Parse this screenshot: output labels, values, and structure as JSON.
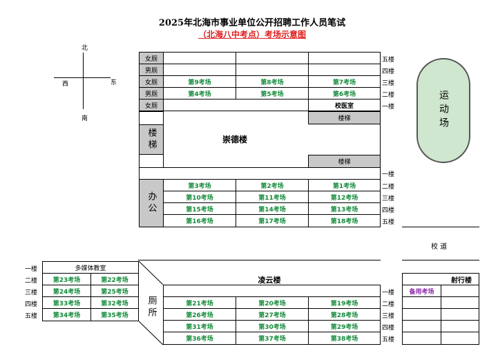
{
  "title": "2025年北海市事业单位公开招聘工作人员笔试",
  "subtitle": "（北海八中考点）考场示意图",
  "compass": {
    "north": "北",
    "south": "南",
    "west": "西",
    "east": "东"
  },
  "chongde": {
    "name": "崇德楼",
    "left_col": [
      "女厕",
      "男厕",
      "女厕",
      "男厕",
      "女厕"
    ],
    "stair_left": "楼梯",
    "office": "办公",
    "stair_right": "楼梯",
    "clinic": "校医室",
    "rows": [
      [
        "",
        "",
        ""
      ],
      [
        "",
        "",
        ""
      ],
      [
        "第9考场",
        "第8考场",
        "第7考场"
      ],
      [
        "第4考场",
        "第5考场",
        "第6考场"
      ]
    ],
    "lower_rows": [
      [
        "第3考场",
        "第2考场",
        "第1考场"
      ],
      [
        "第10考场",
        "第11考场",
        "第12考场"
      ],
      [
        "第15考场",
        "第14考场",
        "第13考场"
      ],
      [
        "第16考场",
        "第17考场",
        "第18考场"
      ]
    ],
    "floors_top": [
      "五楼",
      "四楼",
      "三楼",
      "二楼",
      "一楼"
    ],
    "floors_bottom": [
      "一楼",
      "二楼",
      "三楼",
      "四楼",
      "五楼"
    ]
  },
  "playground": "运动场",
  "school_road": "校 道",
  "multimedia": {
    "header": "多媒体教室",
    "floors": [
      "一楼",
      "二楼",
      "三楼",
      "四楼",
      "五楼"
    ],
    "rows": [
      [
        "第23考场",
        "第22考场"
      ],
      [
        "第24考场",
        "第25考场"
      ],
      [
        "第33考场",
        "第32考场"
      ],
      [
        "第34考场",
        "第35考场"
      ]
    ]
  },
  "lingyun": {
    "name": "凌云楼",
    "toilet": "厕所",
    "floors": [
      "一楼",
      "二楼",
      "三楼",
      "四楼",
      "五楼"
    ],
    "rows": [
      [
        "第21考场",
        "第20考场",
        "第19考场"
      ],
      [
        "第26考场",
        "第27考场",
        "第28考场"
      ],
      [
        "第31考场",
        "第30考场",
        "第29考场"
      ],
      [
        "第36考场",
        "第37考场",
        "第38考场"
      ]
    ]
  },
  "shexing": {
    "name": "射行楼",
    "backup": "备用考场"
  }
}
